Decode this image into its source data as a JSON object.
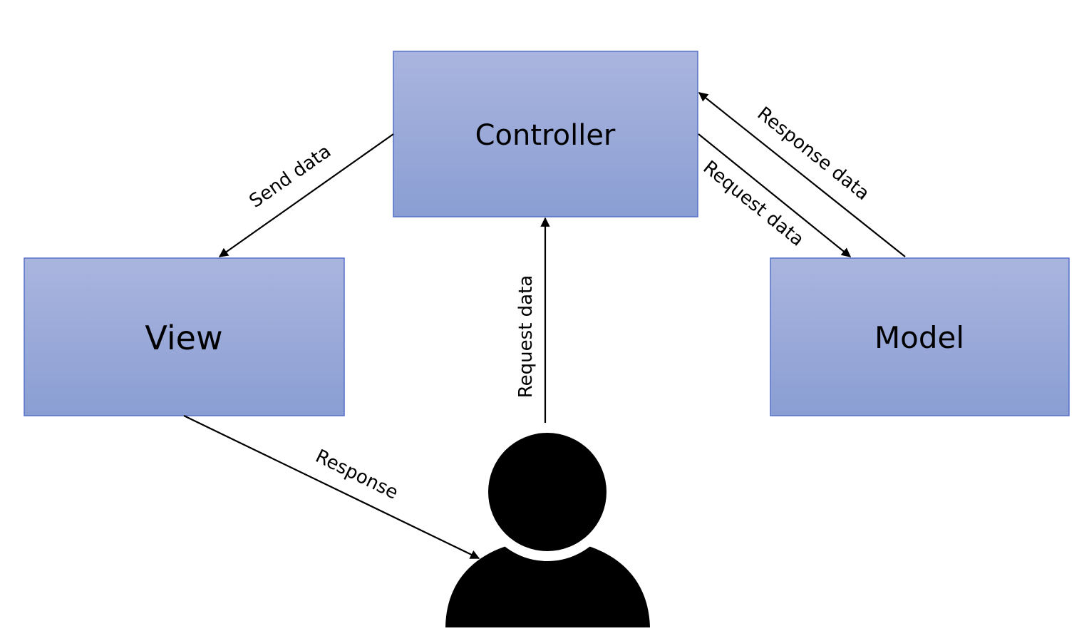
{
  "colors": {
    "box_fill_top": "#aab5de",
    "box_fill_bottom": "#8a9ed3",
    "box_border": "#5470c8",
    "line": "#000000",
    "person": "#000000"
  },
  "nodes": {
    "controller": "Controller",
    "view": "View",
    "model": "Model",
    "user": "user-icon"
  },
  "edges": {
    "send_data": "Send data",
    "response_data": "Response data",
    "request_data_model": "Request data",
    "request_data_user": "Request data",
    "response": "Response"
  }
}
